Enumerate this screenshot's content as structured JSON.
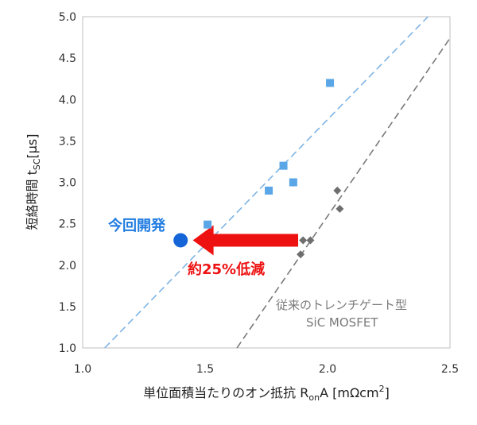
{
  "chart_data": {
    "type": "scatter",
    "xlim": [
      1.0,
      2.5
    ],
    "ylim": [
      1.0,
      5.0
    ],
    "x_ticks": [
      "1.0",
      "1.5",
      "2.0",
      "2.5"
    ],
    "y_ticks": [
      "1.0",
      "1.5",
      "2.0",
      "2.5",
      "3.0",
      "3.5",
      "4.0",
      "4.5",
      "5.0"
    ],
    "xlabel": {
      "main": "単位面積当たりのオン抵抗 R",
      "sub": "on",
      "after": "A [mΩcm",
      "sup": "2",
      "end": "]"
    },
    "ylabel": {
      "main": "短絡時間 t",
      "sub": "SC",
      "end": "[µs]"
    },
    "grid": false,
    "series": [
      {
        "marker": "square",
        "color": "#5aa6e6",
        "points": [
          {
            "x": 1.51,
            "y": 2.49
          },
          {
            "x": 1.76,
            "y": 2.9
          },
          {
            "x": 1.82,
            "y": 3.2
          },
          {
            "x": 1.86,
            "y": 3.0
          },
          {
            "x": 2.01,
            "y": 4.2
          }
        ]
      },
      {
        "marker": "diamond",
        "color": "#6e6e6e",
        "points": [
          {
            "x": 1.89,
            "y": 2.13
          },
          {
            "x": 1.9,
            "y": 2.3
          },
          {
            "x": 1.93,
            "y": 2.3
          },
          {
            "x": 2.04,
            "y": 2.9
          },
          {
            "x": 2.05,
            "y": 2.68
          }
        ]
      },
      {
        "marker": "circle",
        "color": "#1565d8",
        "points": [
          {
            "x": 1.4,
            "y": 2.3
          }
        ]
      }
    ],
    "trendlines": [
      {
        "color": "#7fb4e4",
        "dash": true,
        "from": {
          "x": 1.09,
          "y": 1.0
        },
        "to": {
          "x": 2.41,
          "y": 5.0
        }
      },
      {
        "color": "#7a7a7a",
        "dash": true,
        "from": {
          "x": 1.63,
          "y": 1.0
        },
        "to": {
          "x": 2.5,
          "y": 4.74
        }
      }
    ],
    "arrow": {
      "color": "#ee1111",
      "from": {
        "x": 1.88,
        "y": 2.3
      },
      "to": {
        "x": 1.45,
        "y": 2.3
      }
    },
    "annotations": {
      "new_dev": "今回開発",
      "reduction": "約25%低減",
      "conv_line1": "従来のトレンチゲート型",
      "conv_line2": "SiC MOSFET"
    }
  }
}
